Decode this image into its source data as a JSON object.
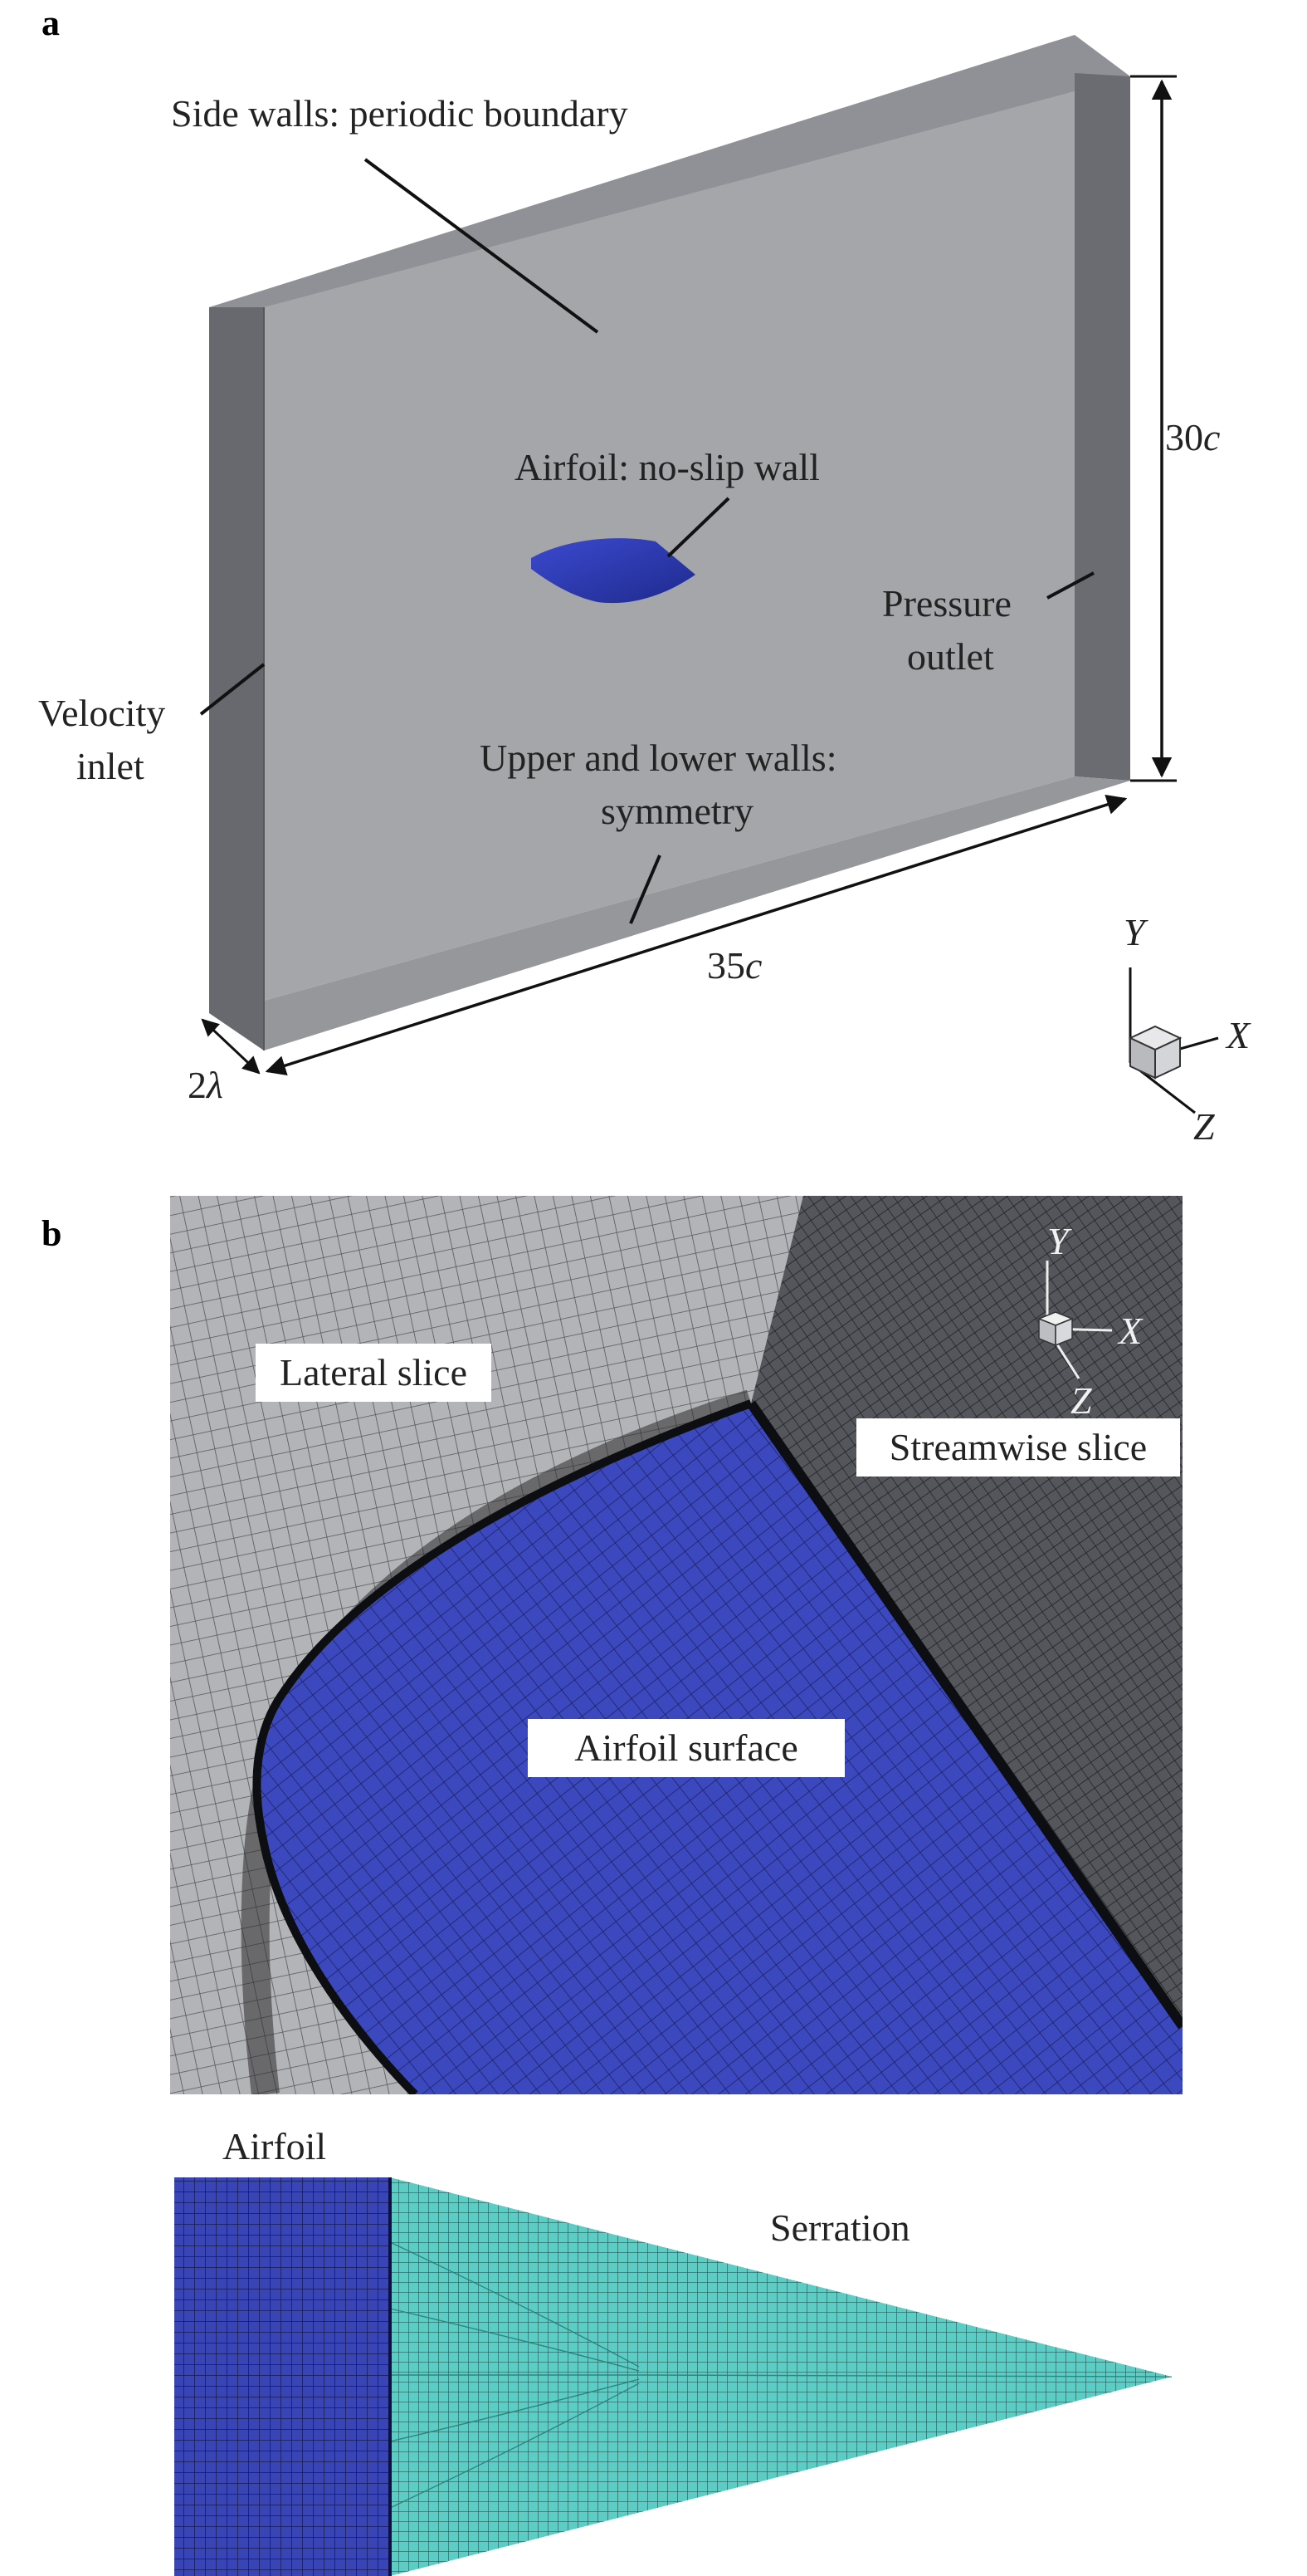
{
  "panel_a": {
    "letter": "a",
    "labels": {
      "side_walls": "Side walls: periodic boundary",
      "airfoil_wall": "Airfoil: no-slip wall",
      "pressure_outlet_1": "Pressure",
      "pressure_outlet_2": "outlet",
      "velocity_inlet_1": "Velocity",
      "velocity_inlet_2": "inlet",
      "upper_lower_1": "Upper and lower walls:",
      "upper_lower_2": "symmetry"
    },
    "dimensions": {
      "height_num": "30",
      "height_var": "c",
      "length_num": "35",
      "length_var": "c",
      "span_num": "2",
      "span_var": "λ"
    },
    "axes": {
      "y": "Y",
      "x": "X",
      "z": "Z"
    }
  },
  "panel_b": {
    "letter": "b",
    "labels": {
      "lateral_slice": "Lateral slice",
      "streamwise_slice": "Streamwise slice",
      "airfoil_surface": "Airfoil surface",
      "airfoil": "Airfoil",
      "serration": "Serration"
    },
    "axes": {
      "y": "Y",
      "x": "X",
      "z": "Z"
    }
  },
  "colors": {
    "domain_face": "#a6a7aa",
    "domain_side": "#6d6f74",
    "airfoil_blue": "#3a46b8",
    "serration_teal": "#4fc4bd",
    "mesh_dark": "#3b3c40",
    "mesh_light": "#a9aaad"
  }
}
